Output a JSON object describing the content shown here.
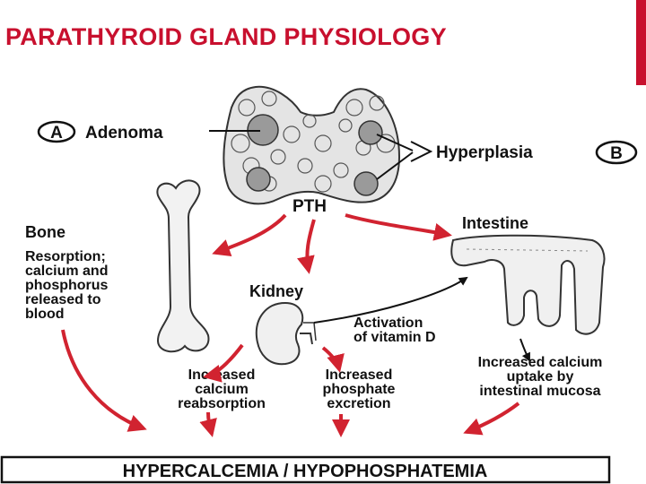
{
  "title": "PARATHYROID GLAND PHYSIOLOGY",
  "accent_color": "#c8102e",
  "arrow_color": "#d12330",
  "labels": {
    "a_letter": "A",
    "adenoma": "Adenoma",
    "hyperplasia": "Hyperplasia",
    "b_letter": "B",
    "pth": "PTH",
    "bone": "Bone",
    "bone_desc": [
      "Resorption;",
      "calcium and",
      "phosphorus",
      "released to",
      "blood"
    ],
    "intestine": "Intestine",
    "kidney": "Kidney",
    "vitamin_d": [
      "Activation",
      "of vitamin D"
    ],
    "calcium_reabsorption": [
      "Increased",
      "calcium",
      "reabsorption"
    ],
    "phosphate_excretion": [
      "Increased",
      "phosphate",
      "excretion"
    ],
    "intestinal_uptake": [
      "Increased calcium",
      "uptake by",
      "intestinal mucosa"
    ],
    "result": "HYPERCALCEMIA / HYPOPHOSPHATEMIA"
  }
}
